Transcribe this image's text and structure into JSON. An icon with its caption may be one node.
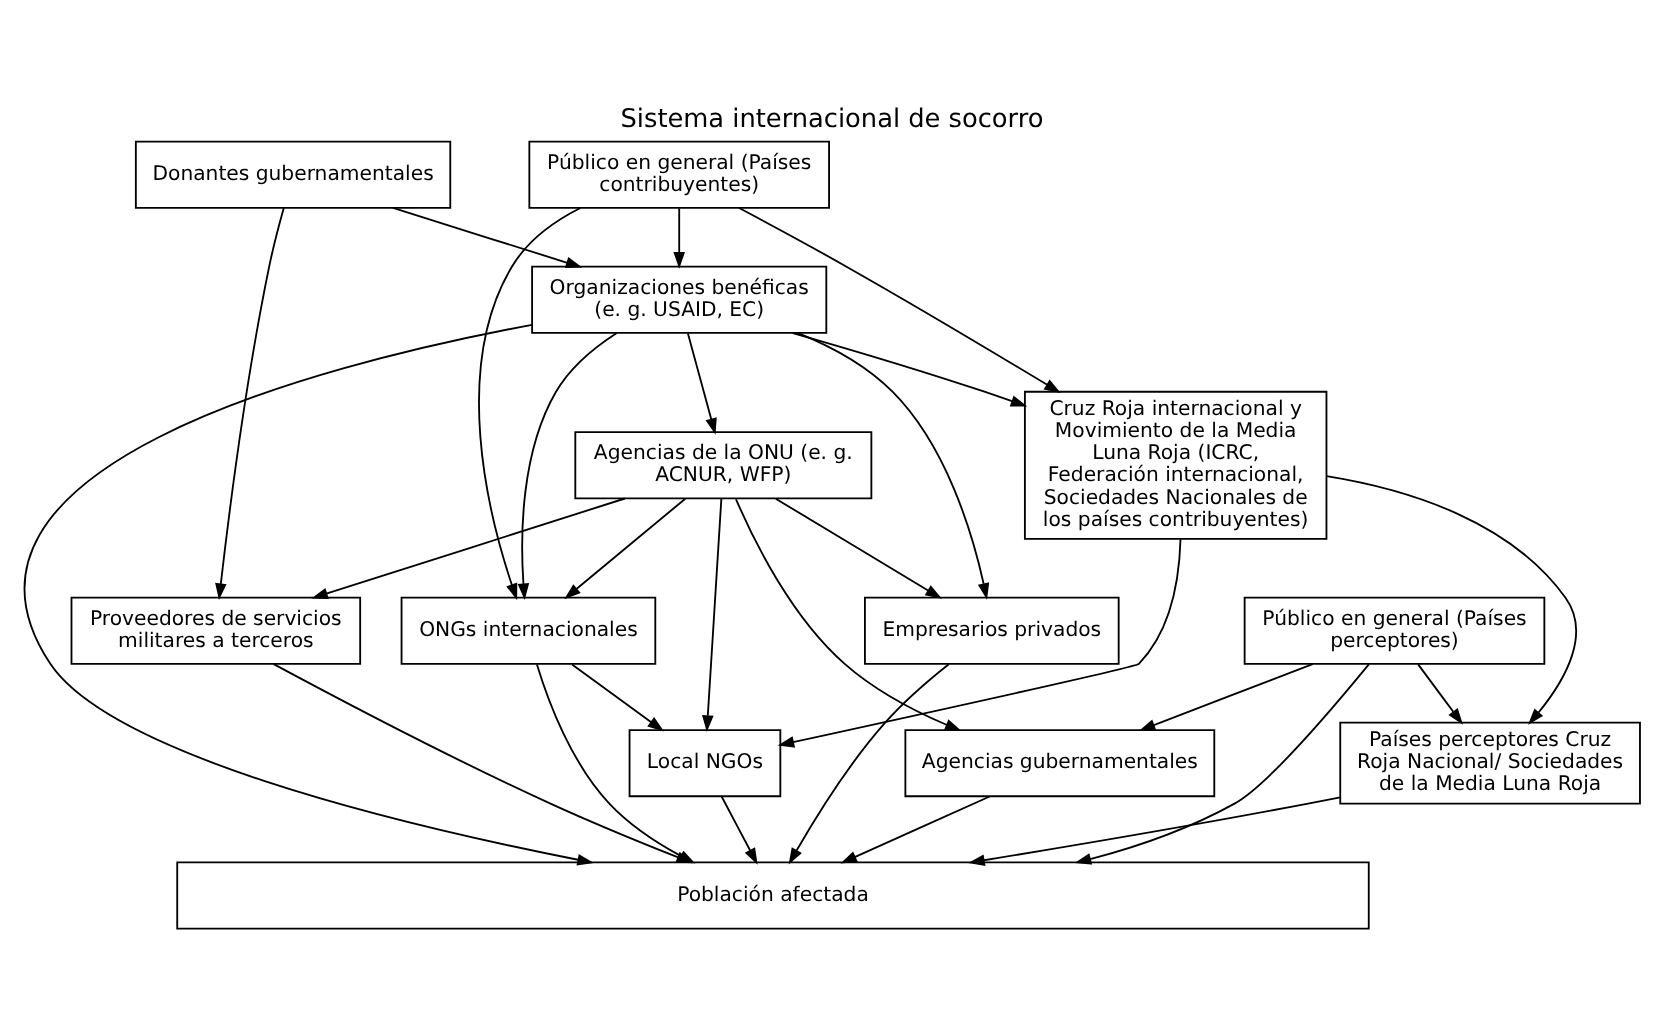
{
  "diagram": {
    "title": "Sistema internacional de socorro",
    "nodes": [
      {
        "text": [
          "Donantes gubernamentales"
        ]
      },
      {
        "text": [
          "Organizaciones benéficas (e. g. USAID, EC)"
        ]
      },
      {
        "text": [
          "Público en general (Países contribuyentes)"
        ]
      },
      {
        "text": [
          "Agencias de la ONU (e. g. ACNUR, WFP)"
        ]
      },
      {
        "text": [
          "ONGs internacionales"
        ]
      },
      {
        "text": [
          "Cruz Roja internacional y Movimiento de la Media Luna Roja (ICRC, Federación internacional, Sociedades Nacionales de los países contribuyentes)"
        ]
      },
      {
        "text": [
          "Proveedores de servicios militares a terceros"
        ]
      },
      {
        "text": [
          "Público en general (Países perceptores)"
        ]
      },
      {
        "text": [
          "Agencias gubernamentales"
        ]
      },
      {
        "text": [
          "Países perceptores Cruz Roja Nacional/ Sociedades de la Media Luna Roja"
        ]
      },
      {
        "text": [
          "Local NGOs"
        ]
      },
      {
        "text": [
          "Empresarios privados"
        ]
      },
      {
        "text": [
          "Población afectada"
        ]
      }
    ],
    "edges": [
      {
        "from": 0,
        "to": 1,
        "arrow": "to"
      },
      {
        "from": 0,
        "to": 6,
        "arrow": "to"
      },
      {
        "from": 2,
        "to": 1,
        "arrow": "to"
      },
      {
        "from": 1,
        "to": 3,
        "arrow": "to"
      },
      {
        "from": 1,
        "to": 5,
        "arrow": "to"
      },
      {
        "from": 1,
        "to": 4,
        "arrow": "to"
      },
      {
        "from": 2,
        "to": 4,
        "arrow": "to"
      },
      {
        "from": 2,
        "to": 5,
        "arrow": "to"
      },
      {
        "from": 1,
        "to": 12,
        "arrow": "to"
      },
      {
        "from": 1,
        "to": 11,
        "arrow": "to"
      },
      {
        "from": 3,
        "to": 4,
        "arrow": "to"
      },
      {
        "from": 3,
        "to": 6,
        "arrow": "to"
      },
      {
        "from": 3,
        "to": 8,
        "arrow": "to"
      },
      {
        "from": 3,
        "to": 11,
        "arrow": "to"
      },
      {
        "from": 3,
        "to": 10,
        "arrow": "to"
      },
      {
        "from": 4,
        "to": 10,
        "arrow": "to"
      },
      {
        "from": 4,
        "to": 12,
        "arrow": "to"
      },
      {
        "from": 5,
        "to": 10,
        "arrow": "to"
      },
      {
        "from": 5,
        "to": 9,
        "arrow": "to"
      },
      {
        "from": 7,
        "to": 8,
        "arrow": "to"
      },
      {
        "from": 7,
        "to": 9,
        "arrow": "to"
      },
      {
        "from": 7,
        "to": 12,
        "arrow": "to"
      },
      {
        "from": 6,
        "to": 12,
        "arrow": "to"
      },
      {
        "from": 8,
        "to": 12,
        "arrow": "to"
      },
      {
        "from": 11,
        "to": 12,
        "arrow": "to"
      },
      {
        "from": 9,
        "to": 12,
        "arrow": "to"
      },
      {
        "from": 10,
        "to": 12,
        "arrow": "to"
      }
    ]
  }
}
